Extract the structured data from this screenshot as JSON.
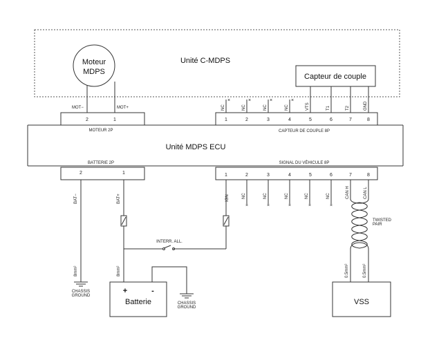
{
  "cmdps_unit": {
    "title": "Unité C-MDPS"
  },
  "motor": {
    "label_line1": "Moteur",
    "label_line2": "MDPS",
    "wire_minus": "MOT−",
    "wire_plus": "MOT+"
  },
  "torque_sensor": {
    "title": "Capteur de couple",
    "pin_labels": [
      "NC",
      "NC",
      "NC",
      "NC",
      "VTS",
      "T1",
      "T2",
      "GND"
    ]
  },
  "ecu": {
    "title": "Unité MDPS ECU",
    "motor_connector": {
      "name": "MOTEUR 2P",
      "pins": [
        "2",
        "1"
      ]
    },
    "sensor_connector": {
      "name": "CAPTEUR DE COUPLE 8P",
      "pins": [
        "1",
        "2",
        "3",
        "4",
        "5",
        "6",
        "7",
        "8"
      ]
    },
    "battery_connector": {
      "name": "BATTERIE 2P",
      "pins": [
        "2",
        "1"
      ]
    },
    "vehicle_connector": {
      "name": "SIGNAL DU VÉHICULE 8P",
      "pins": [
        "1",
        "2",
        "3",
        "4",
        "5",
        "6",
        "7",
        "8"
      ]
    }
  },
  "wires": {
    "bat_minus": "BAT−",
    "bat_plus": "BAT+",
    "ign": "IGN",
    "nc": "NC",
    "can_h": "CAN H",
    "can_l": "CAN L",
    "twisted_pair": [
      "TWISTED",
      "PAIR"
    ],
    "gauge_8": "8mm²",
    "gauge_05": "0.5mm²",
    "switch": "INTERR. ALL.",
    "ground": [
      "CHASSIS",
      "GROUND"
    ]
  },
  "battery": {
    "title": "Batterie",
    "plus": "+",
    "minus": "-"
  },
  "vss": {
    "title": "VSS"
  }
}
